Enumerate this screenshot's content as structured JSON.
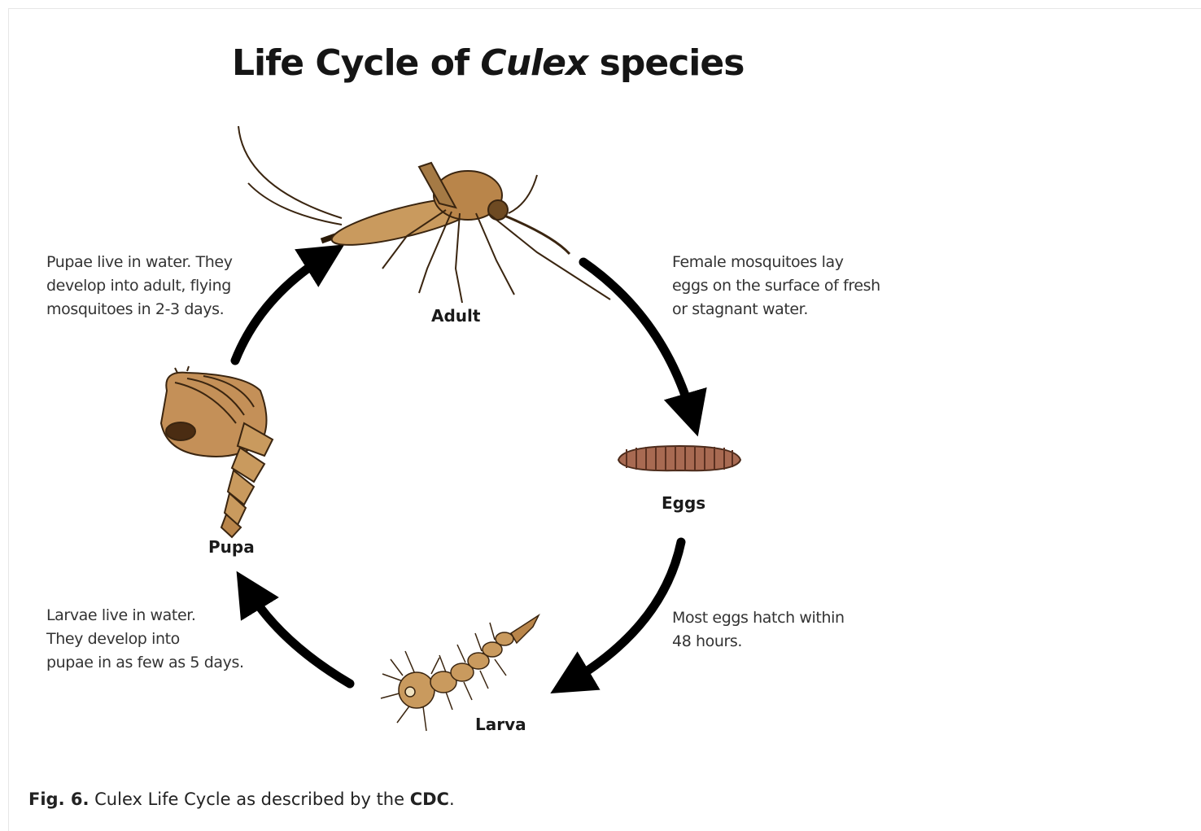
{
  "title": {
    "prefix": "Life Cycle of ",
    "italic": "Culex",
    "suffix": " species"
  },
  "stages": {
    "adult": "Adult",
    "eggs": "Eggs",
    "larva": "Larva",
    "pupa": "Pupa"
  },
  "descriptions": {
    "adult_to_eggs": [
      "Female mosquitoes lay",
      "eggs on the surface of fresh",
      "or stagnant water."
    ],
    "eggs_to_larva": [
      "Most eggs hatch within",
      "48 hours."
    ],
    "larva_to_pupa": [
      "Larvae live in water.",
      "They develop into",
      "pupae in as few as 5 days."
    ],
    "pupa_to_adult": [
      "Pupae live in water. They",
      "develop into adult, flying",
      "mosquitoes in 2-3 days."
    ]
  },
  "caption": {
    "label": "Fig. 6.",
    "text": " Culex Life Cycle as described by the ",
    "source": "CDC",
    "end": "."
  },
  "colors": {
    "arrow": "#000000",
    "body_tan": "#c99a5e",
    "body_dark": "#5a3a1a"
  }
}
